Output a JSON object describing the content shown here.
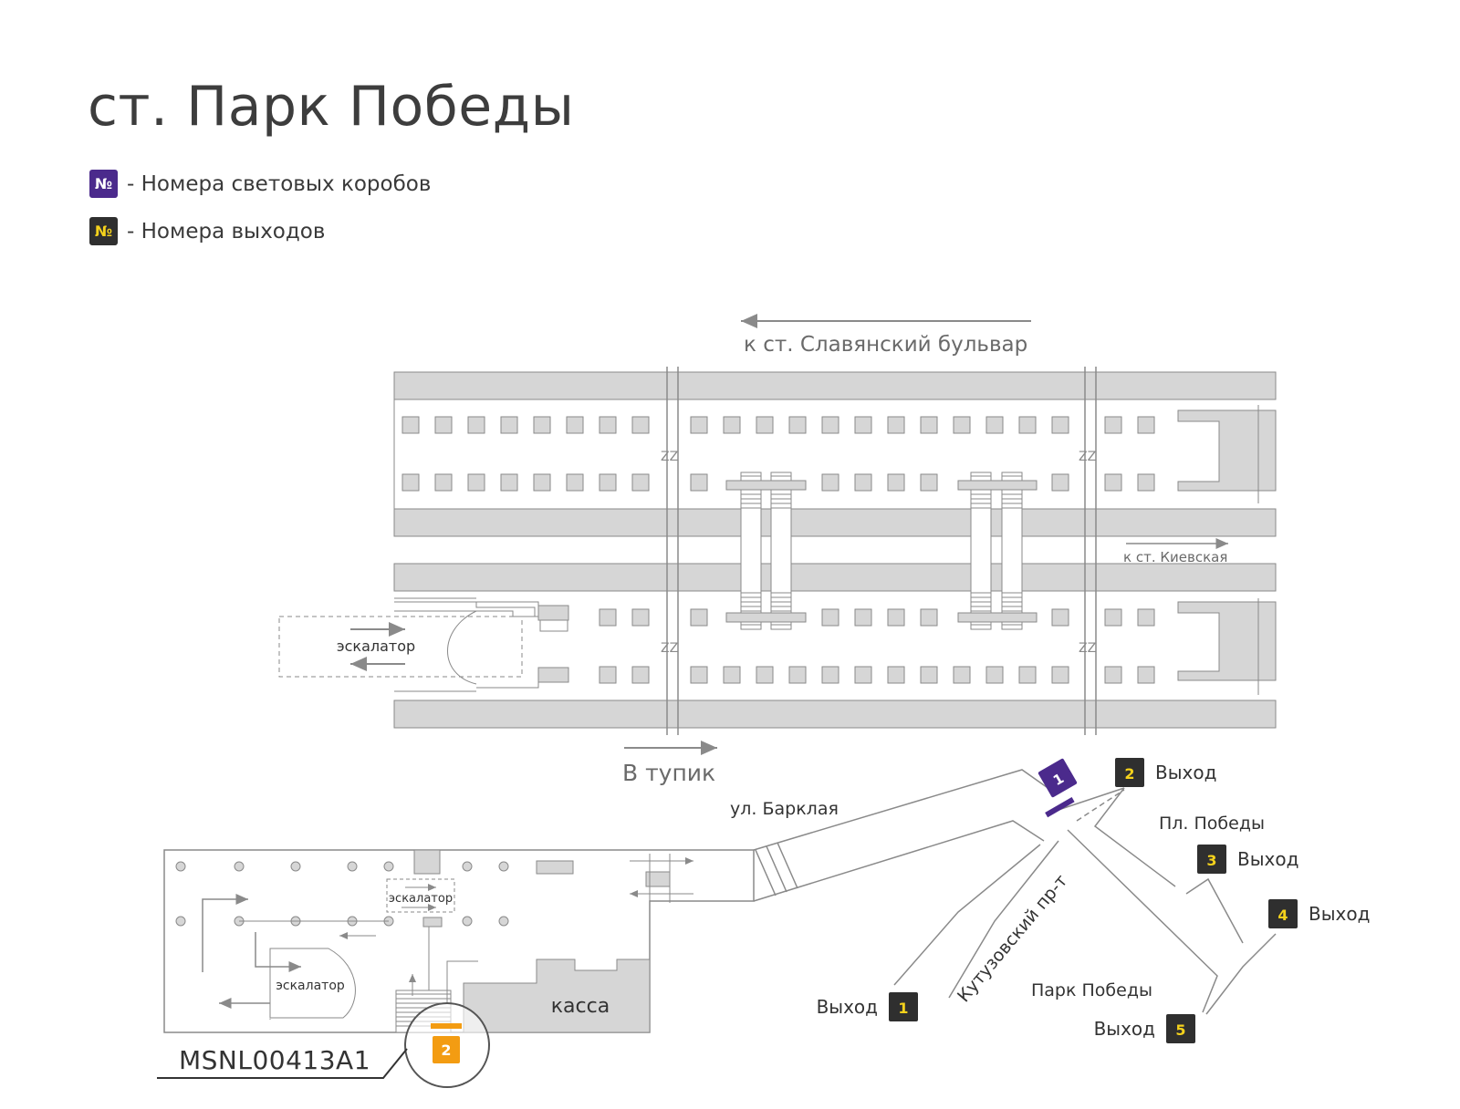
{
  "title": "ст. Парк Победы",
  "legend": [
    {
      "symbol": "№",
      "text": "- Номера световых коробов",
      "bg": "#4b2a8c",
      "fg": "#ffffff"
    },
    {
      "symbol": "№",
      "text": "- Номера выходов",
      "bg": "#2f2f2f",
      "fg": "#f5d21c"
    }
  ],
  "colors": {
    "wall": "#d6d6d6",
    "stroke": "#8a8a8a",
    "lightbox": "#4b2a8c",
    "exit_badge": "#2f2f2f",
    "exit_number": "#f5d21c",
    "highlight": "#f39c12"
  },
  "labels": {
    "to_slavyansky": "к ст. Славянский бульвар",
    "to_kievskaya": "к ст. Киевская",
    "dead_end": "В тупик",
    "escalator": "эскалатор",
    "kassa": "касса",
    "street_barklaya": "ул. Барклая",
    "pl_pobedy": "Пл. Победы",
    "kutuzovsky": "Кутузовский пр-т",
    "park_pobedy": "Парк Победы",
    "code": "MSNL00413A1"
  },
  "exits": [
    {
      "number": "1",
      "label": "Выход"
    },
    {
      "number": "2",
      "label": "Выход"
    },
    {
      "number": "3",
      "label": "Выход"
    },
    {
      "number": "4",
      "label": "Выход"
    },
    {
      "number": "5",
      "label": "Выход"
    }
  ],
  "lightboxes": [
    {
      "number": "1"
    },
    {
      "number": "2"
    }
  ]
}
